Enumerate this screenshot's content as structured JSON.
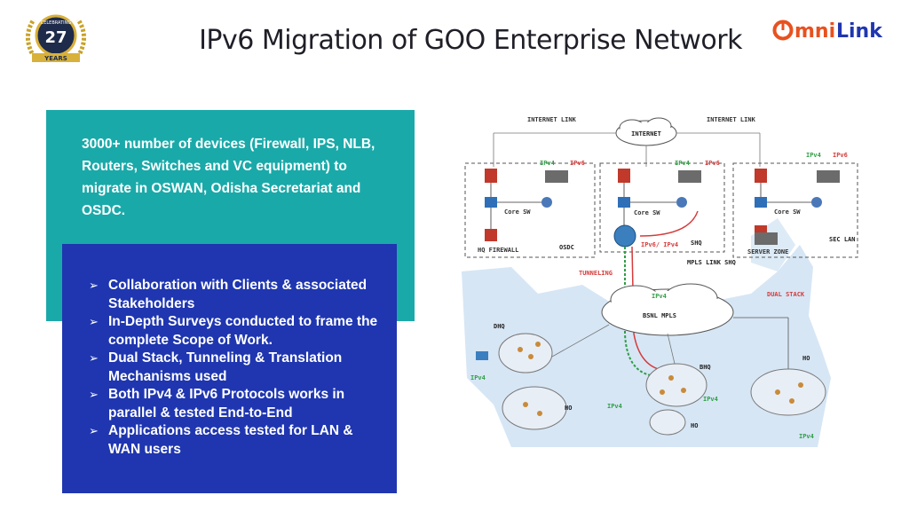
{
  "header": {
    "title": "IPv6 Migration of GOO Enterprise Network",
    "badge": {
      "line1": "CELEBRATING",
      "years": "27",
      "line2": "YEARS"
    },
    "logo": {
      "prefix": "O",
      "text_a": "mni",
      "text_b": "Link",
      "color_a": "#e8511f",
      "color_b": "#1f36b0"
    }
  },
  "intro": {
    "text": "3000+ number of devices (Firewall, IPS, NLB, Routers, Switches and VC equipment) to migrate in OSWAN, Odisha Secretariat and OSDC."
  },
  "bullets": {
    "marker": "➢",
    "items": [
      "Collaboration with Clients & associated Stakeholders",
      "In-Depth Surveys conducted to frame the complete Scope of Work.",
      "Dual Stack, Tunneling & Translation Mechanisms used",
      "Both IPv4 & IPv6 Protocols works in parallel & tested End-to-End",
      "Applications access tested for LAN & WAN users"
    ]
  },
  "colors": {
    "teal": "#1aa9a9",
    "blue": "#1f36b0",
    "ipv4": "#2f9e44",
    "ipv6": "#d63b3b"
  },
  "diagram": {
    "labels": {
      "internet_link_left": "INTERNET LINK",
      "internet_link_right": "INTERNET LINK",
      "internet": "INTERNET",
      "ipv4": "IPv4",
      "ipv6": "IPv6",
      "osdc": "OSDC",
      "shq": "SHQ",
      "sec_lan": "SEC LAN",
      "ipv6_ipv4": "IPv6/ IPv4",
      "mpls_link": "MPLS LINK SHQ",
      "tunneling": "TUNNELING",
      "dual_stack": "DUAL STACK",
      "bsnl_mpls": "BSNL MPLS",
      "dhq": "DHQ",
      "bhq": "BHQ",
      "ho": "HO",
      "core_sw": "Core SW",
      "hq_firewall": "HQ FIREWALL",
      "server_zone": "SERVER ZONE"
    }
  }
}
